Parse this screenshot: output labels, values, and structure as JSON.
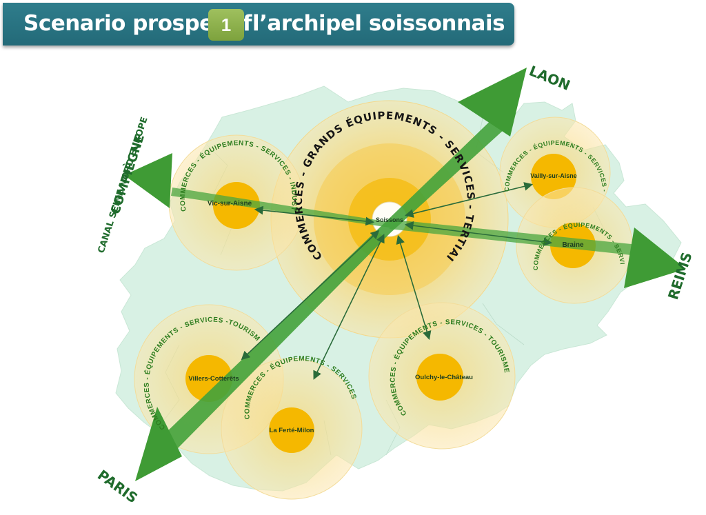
{
  "header": {
    "title_left": "Scenario prospectif",
    "badge": "1",
    "title_right": "l’archipel soissonnais"
  },
  "colors": {
    "banner": "#2a7484",
    "badge": "#8db24a",
    "territory": "#d9f2e6",
    "halo": "#fbd97a",
    "core": "#f5b800",
    "axis": "#3a9e38",
    "link": "#2a6b3a"
  },
  "directions": {
    "laon": "LAON",
    "reims": "REIMS",
    "paris": "PARIS",
    "compiegne": "COMPIÈGNE",
    "canal": "CANAL SEINE NORD EUROPE"
  },
  "poles": {
    "soissons": {
      "name": "Soissons",
      "ring": "COMMERCES - GRANDS ÉQUIPEMENTS - SERVICES - TERTIAIRE"
    },
    "vic": {
      "name": "Vic-sur-Aisne",
      "ring": "COMMERCES - ÉQUIPEMENTS - SERVICES - INDUSTRIE"
    },
    "vailly": {
      "name": "Vailly-sur-Aisne",
      "ring": "COMMERCES - ÉQUIPEMENTS - SERVICES - TOURISME"
    },
    "braine": {
      "name": "Braine",
      "ring": "COMMERCES - ÉQUIPEMENTS - SERVICES - INDUSTRIE"
    },
    "villers": {
      "name": "Villers-Cotterêts",
      "ring": "COMMERCES - ÉQUIPEMENTS - SERVICES -TOURISME"
    },
    "ferte": {
      "name": "La Ferté-Milon",
      "ring": "COMMERCES - ÉQUIPEMENTS - SERVICES"
    },
    "oulchy": {
      "name": "Oulchy-le-Château",
      "ring": "COMMERCES - ÉQUIPEMENTS - SERVICES - TOURISME"
    }
  }
}
